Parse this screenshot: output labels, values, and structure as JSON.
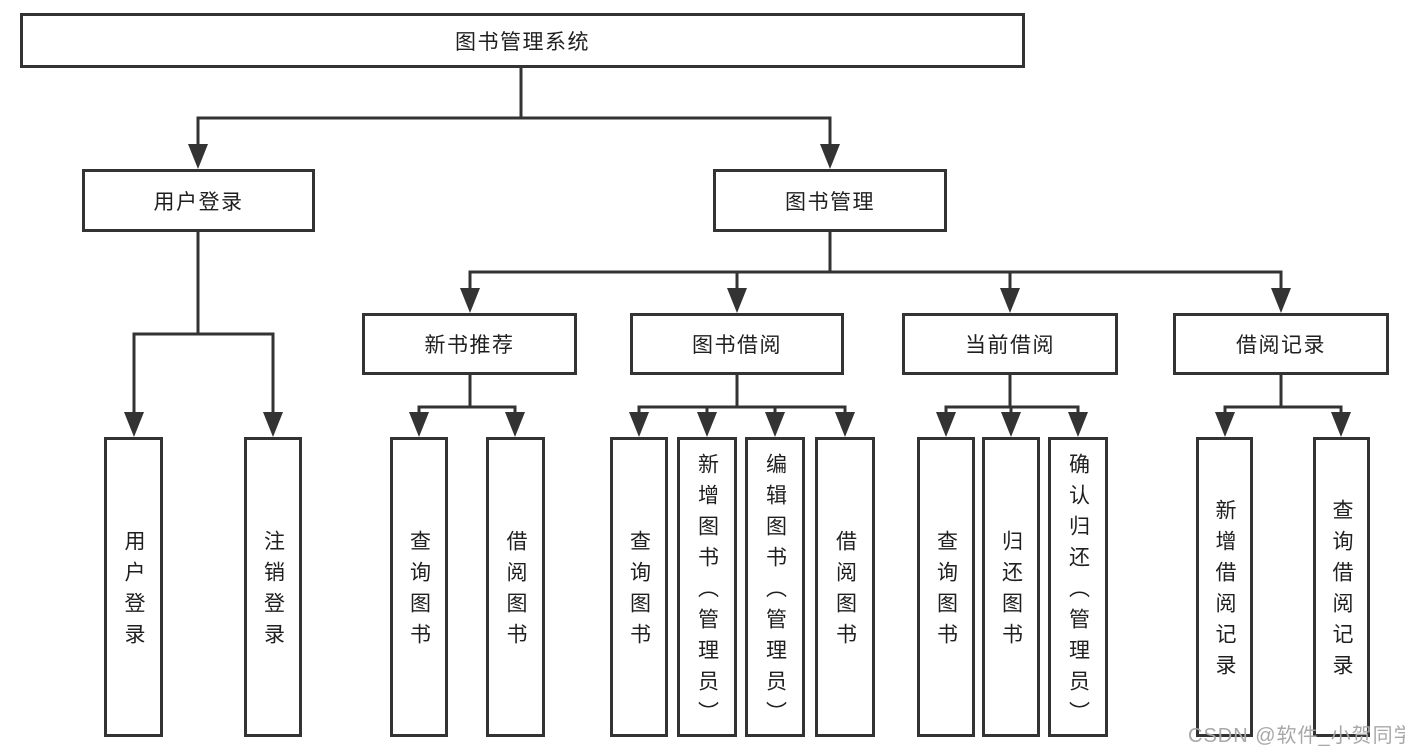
{
  "colors": {
    "line": "#333333",
    "box_border": "#333333",
    "box_fill": "#ffffff",
    "text": "#1f1f1f",
    "watermark": "#a8a8a8"
  },
  "tree": {
    "label": "图书管理系统",
    "children": [
      {
        "label": "用户登录",
        "children": [
          {
            "label": "用户登录"
          },
          {
            "label": "注销登录"
          }
        ]
      },
      {
        "label": "图书管理",
        "children": [
          {
            "label": "新书推荐",
            "children": [
              {
                "label": "查询图书"
              },
              {
                "label": "借阅图书"
              }
            ]
          },
          {
            "label": "图书借阅",
            "children": [
              {
                "label": "查询图书"
              },
              {
                "label": "新增图书（管理员）"
              },
              {
                "label": "编辑图书（管理员）"
              },
              {
                "label": "借阅图书"
              }
            ]
          },
          {
            "label": "当前借阅",
            "children": [
              {
                "label": "查询图书"
              },
              {
                "label": "归还图书"
              },
              {
                "label": "确认归还（管理员）"
              }
            ]
          },
          {
            "label": "借阅记录",
            "children": [
              {
                "label": "新增借阅记录"
              },
              {
                "label": "查询借阅记录"
              }
            ]
          }
        ]
      }
    ]
  },
  "watermark": {
    "text": "CSDN @软件_小贺同学"
  }
}
